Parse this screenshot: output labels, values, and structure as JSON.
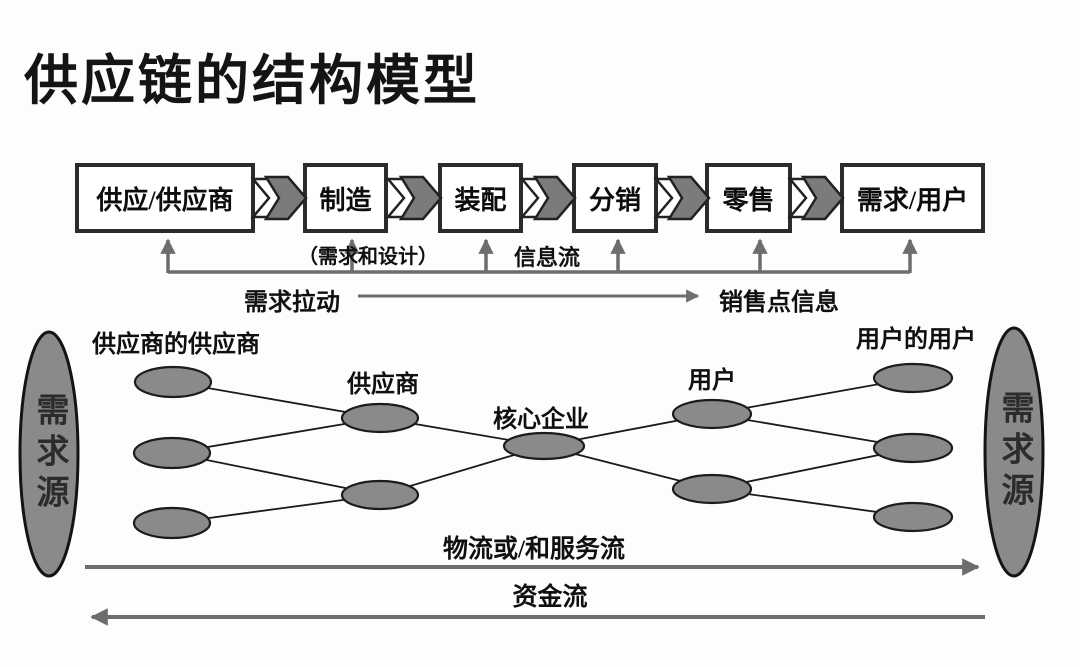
{
  "title": "供应链的结构模型",
  "flow": {
    "stages": [
      {
        "label": "供应/供应商"
      },
      {
        "label": "制造"
      },
      {
        "label": "装配"
      },
      {
        "label": "分销"
      },
      {
        "label": "零售"
      },
      {
        "label": "需求/用户"
      }
    ],
    "annotations": {
      "design_note": "（需求和设计）",
      "info_flow": "信息流",
      "demand_pull": "需求拉动",
      "pos_info": "销售点信息"
    }
  },
  "network": {
    "left_source": "需求源",
    "right_source": "需求源",
    "tiers": {
      "suppliers_suppliers": "供应商的供应商",
      "suppliers": "供应商",
      "core": "核心企业",
      "users": "用户",
      "users_users": "用户的用户"
    }
  },
  "bottom": {
    "material_flow": "物流或/和服务流",
    "capital_flow": "资金流"
  },
  "colors": {
    "arrow_gray": "#6d6d6d",
    "chevron_fill": "#7b7b7b",
    "ellipse_fill": "#8a8a8a",
    "ellipse_border": "#1c1c1c",
    "box_border": "#2b2b2b",
    "text": "#111111"
  }
}
